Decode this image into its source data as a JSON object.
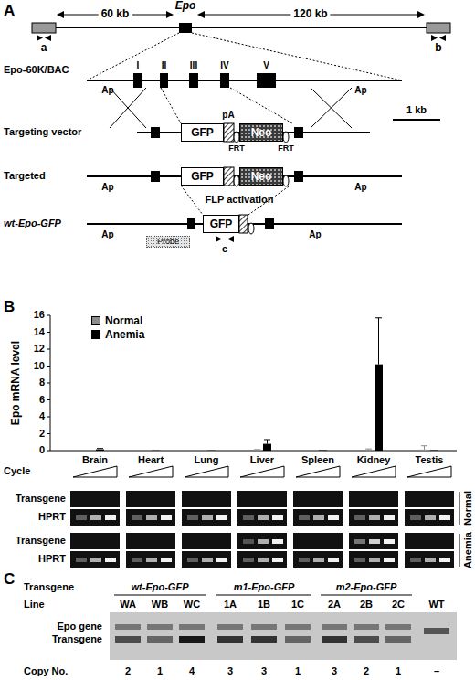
{
  "diagram": {
    "nodes": [
      {
        "text": [
          "GFP"
        ]
      },
      {
        "text": [
          "Neo"
        ]
      },
      {
        "text": [
          "GFP"
        ]
      },
      {
        "text": [
          "Neo"
        ]
      },
      {
        "text": [
          "GFP"
        ]
      },
      {
        "text": [
          "Probe"
        ]
      }
    ],
    "labels": [
      "A",
      "60 kb",
      "Epo",
      "120 kb",
      "a",
      "b",
      "Epo-60K/BAC",
      "I",
      "II",
      "III",
      "IV",
      "V",
      "Ap",
      "Ap",
      "pA",
      "1 kb",
      "Targeting vector",
      "FRT",
      "FRT",
      "Targeted",
      "Ap",
      "Ap",
      "FLP activation",
      "wt-Epo-GFP",
      "Ap",
      "Ap",
      "c",
      "B",
      "Epo mRNA level",
      "16",
      "14",
      "12",
      "10",
      "8",
      "6",
      "4",
      "2",
      "0",
      "Brain",
      "Heart",
      "Lung",
      "Liver",
      "Spleen",
      "Kidney",
      "Testis",
      "Cycle",
      "Transgene",
      "HPRT",
      "Transgene",
      "HPRT",
      "Normal",
      "Anemia",
      "C",
      "Transgene",
      "wt-Epo-GFP",
      "m1-Epo-GFP",
      "m2-Epo-GFP",
      "Line",
      "WA",
      "WB",
      "WC",
      "1A",
      "1B",
      "1C",
      "2A",
      "2B",
      "2C",
      "WT",
      "Epo gene",
      "Transgene",
      "Copy No.",
      "2",
      "1",
      "4",
      "3",
      "3",
      "1",
      "3",
      "2",
      "1",
      "–"
    ],
    "legend": [
      {
        "text": "Normal",
        "color": "#8c8c8c"
      },
      {
        "text": "Anemia",
        "color": "#000000"
      }
    ]
  }
}
